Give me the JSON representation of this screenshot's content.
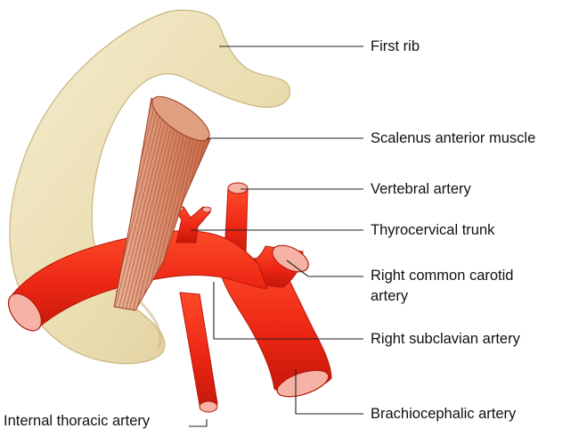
{
  "labels": {
    "first_rib": "First rib",
    "scalenus_anterior": "Scalenus anterior muscle",
    "vertebral_artery": "Vertebral artery",
    "thyrocervical_trunk": "Thyrocervical trunk",
    "right_common_carotid_line1": "Right common carotid",
    "right_common_carotid_line2": "artery",
    "right_subclavian": "Right subclavian artery",
    "brachiocephalic": "Brachiocephalic artery",
    "internal_thoracic": "Internal thoracic artery"
  },
  "colors": {
    "bone_fill": "#eee3bd",
    "bone_shade": "#d9c99a",
    "artery_fill": "#ee2a14",
    "artery_dark": "#b5170a",
    "artery_lumen": "#f6b3a5",
    "muscle_fill": "#e9b9a2",
    "muscle_stripe": "#b9502f",
    "leader_line": "#222222"
  }
}
